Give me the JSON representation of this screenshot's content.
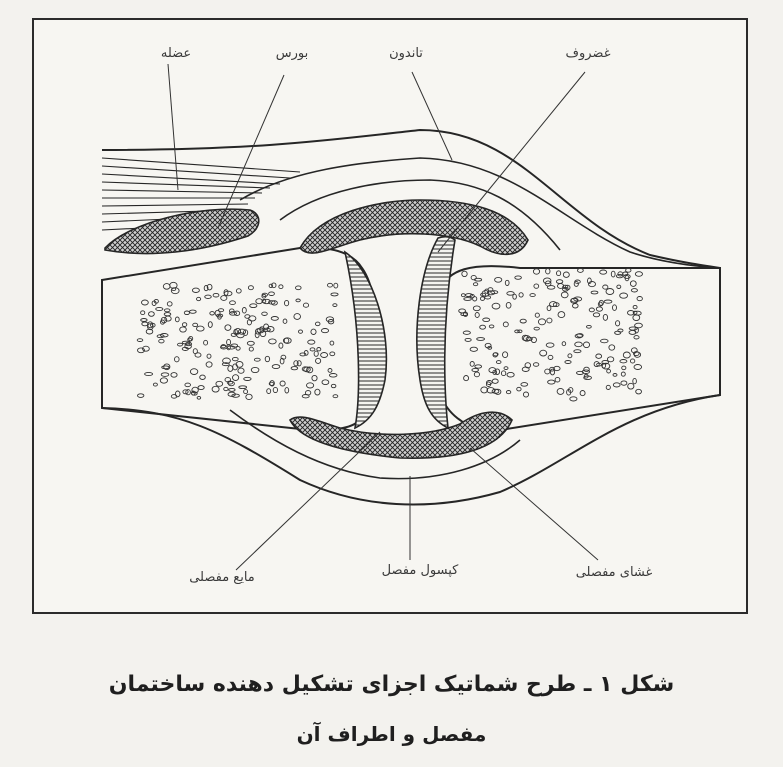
{
  "labels": {
    "muscle": "عضله",
    "bursa": "بورس",
    "tendon": "تاندون",
    "cartilage": "غضروف",
    "synovial_fluid": "مایع مفصلی",
    "joint_capsule": "کپسول مفصل",
    "synovial_membrane": "غشای مفصلی"
  },
  "caption": {
    "line1": "شکل ۱ ـ طرح شماتیک اجزای تشکیل دهنده ساختمان",
    "line2": "مفصل و اطراف آن"
  }
}
